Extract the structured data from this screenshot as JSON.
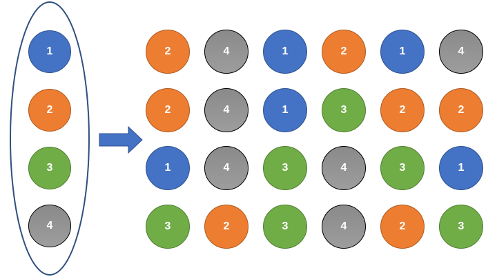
{
  "colors": {
    "1": "#4472c4",
    "2": "#ed7d31",
    "3": "#70ad47",
    "4": "#909090",
    "ellipse_stroke": "#2f4f7f",
    "arrow": "#4472c4"
  },
  "legend": {
    "items": [
      "1",
      "2",
      "3",
      "4"
    ]
  },
  "arrow": {
    "icon": "right-arrow-icon"
  },
  "grid": {
    "rows": [
      [
        "2",
        "4",
        "1",
        "2",
        "1",
        "4"
      ],
      [
        "2",
        "4",
        "1",
        "3",
        "2",
        "2"
      ],
      [
        "1",
        "4",
        "3",
        "4",
        "3",
        "1"
      ],
      [
        "3",
        "2",
        "3",
        "4",
        "2",
        "3"
      ]
    ]
  }
}
